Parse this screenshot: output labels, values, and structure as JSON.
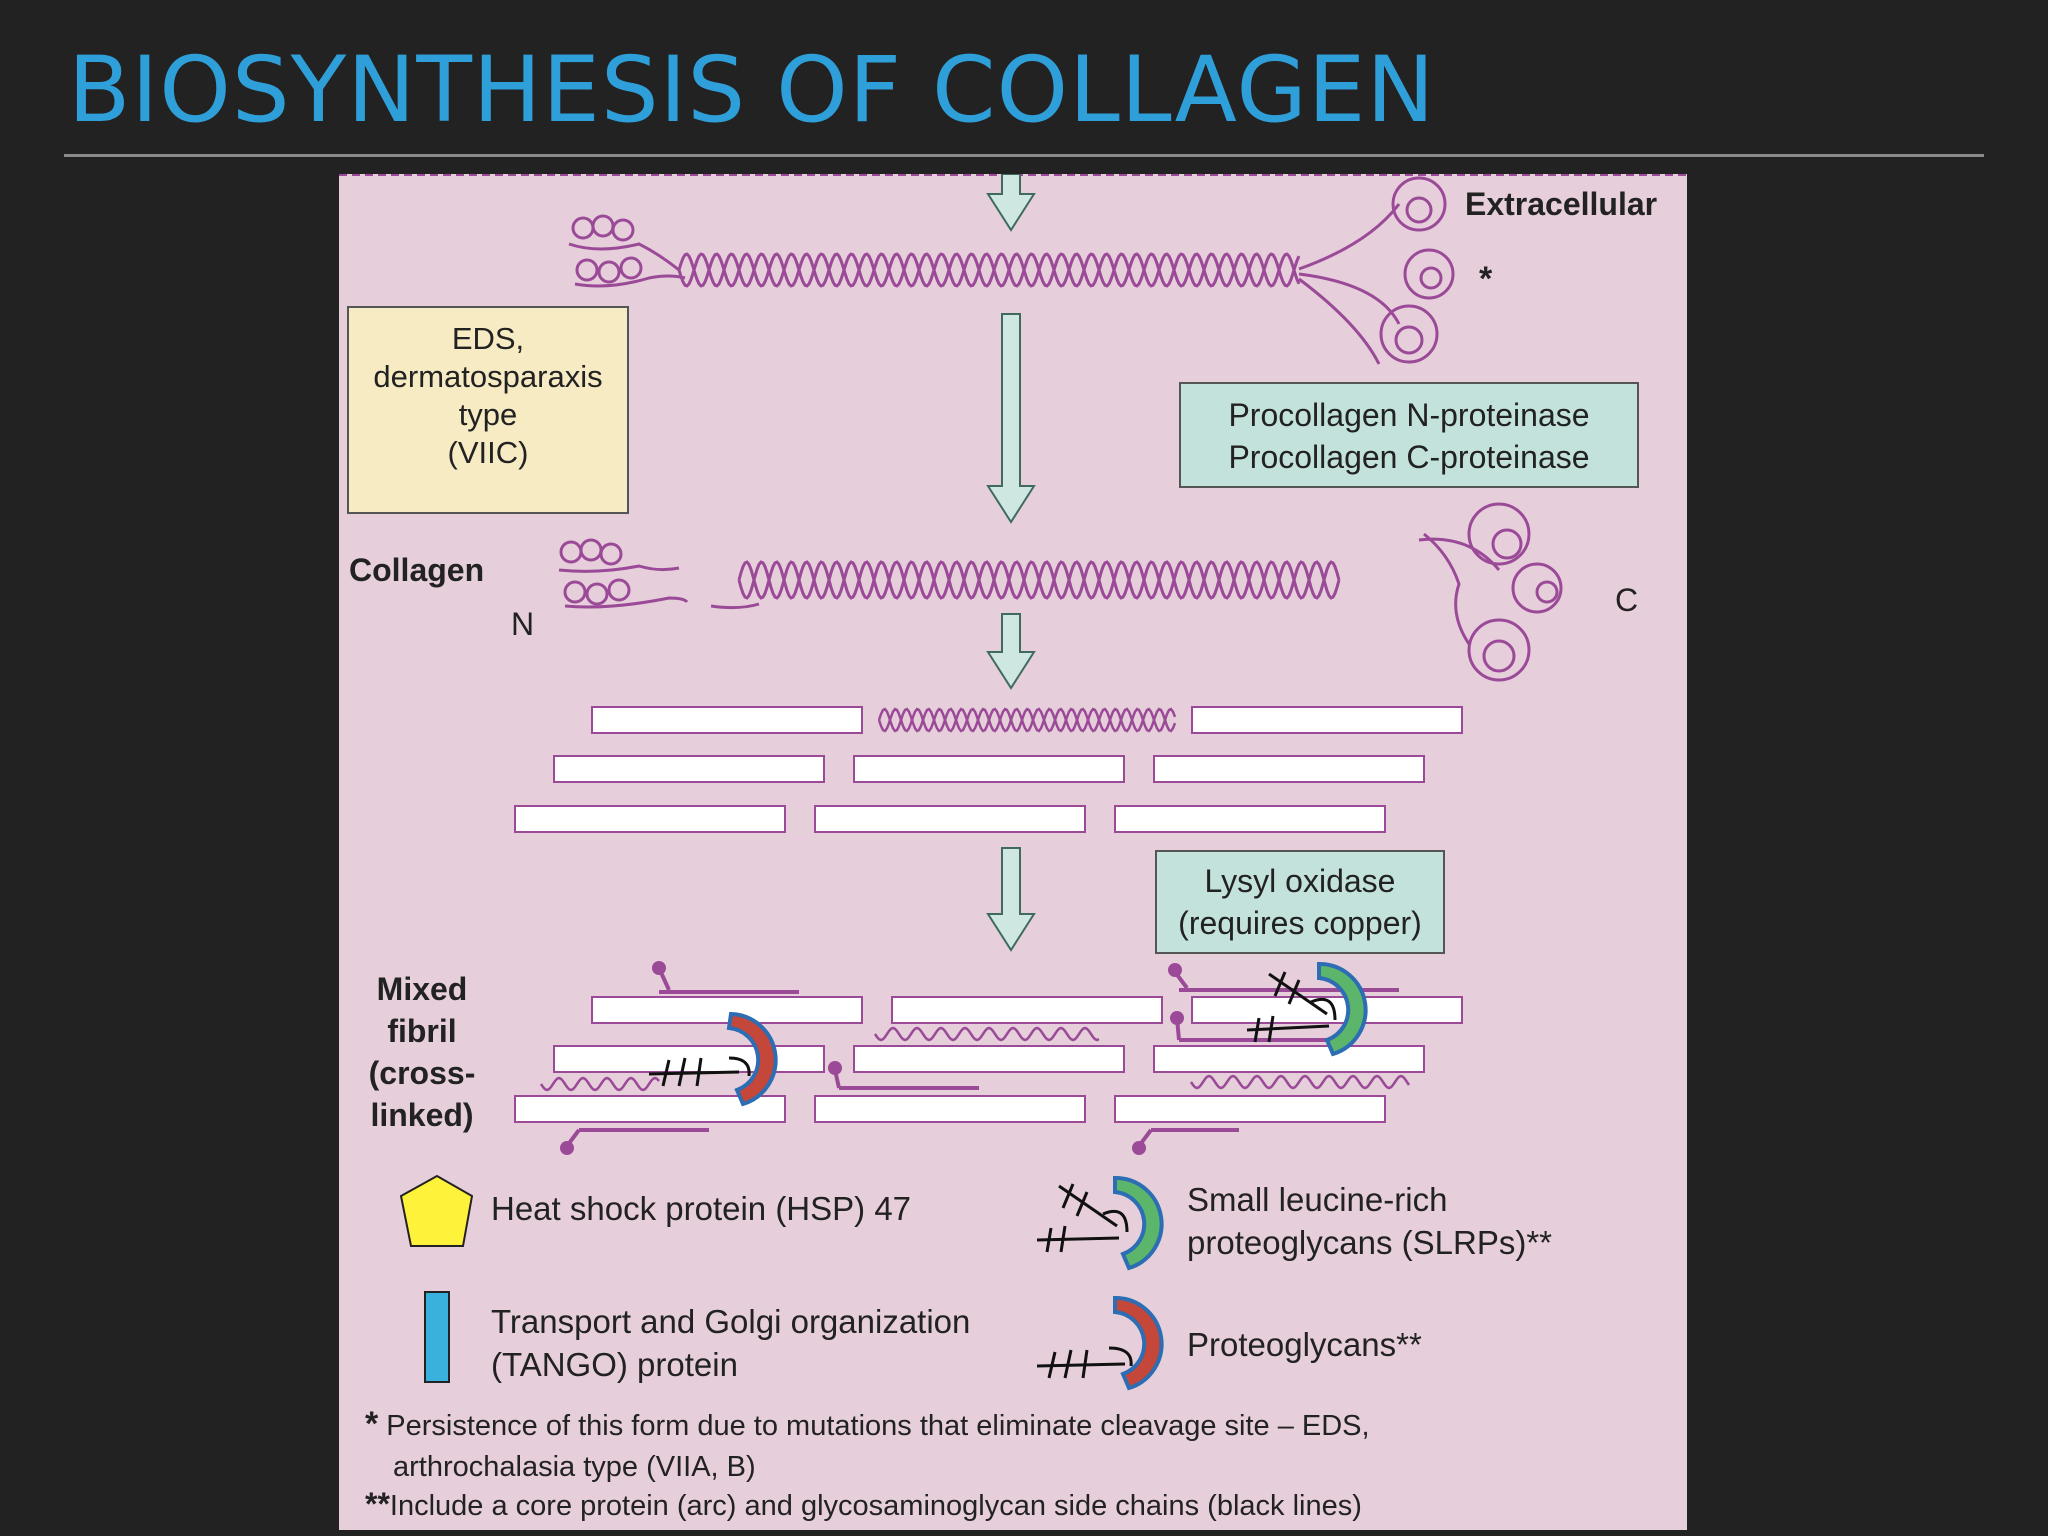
{
  "slide": {
    "title": "BIOSYNTHESIS OF COLLAGEN"
  },
  "diagram": {
    "extracellular_label": "Extracellular",
    "asterisk": "*",
    "eds_box": [
      "EDS,",
      "dermatosparaxis",
      "type",
      "(VIIC)"
    ],
    "enzyme_box": [
      "Procollagen N-proteinase",
      "Procollagen C-proteinase"
    ],
    "collagen_label": "Collagen",
    "n_label": "N",
    "c_label": "C",
    "lysyl_box": [
      "Lysyl oxidase",
      "(requires copper)"
    ],
    "mixed_fibril_label": [
      "Mixed",
      "fibril",
      "(cross-",
      "linked)"
    ],
    "legend": {
      "hsp": "Heat shock protein (HSP) 47",
      "tango": [
        "Transport and Golgi organization",
        "(TANGO) protein"
      ],
      "slrp": [
        "Small leucine-rich",
        "proteoglycans (SLRPs)**"
      ],
      "proteoglycans": "Proteoglycans**"
    },
    "footnotes": {
      "single_marker": "*",
      "single_line1": "Persistence of this form due to mutations that eliminate cleavage site – EDS,",
      "single_line2": "arthrochalasia type (VIIA, B)",
      "double_marker": "**",
      "double_text": "Include a core protein (arc) and glycosaminoglycan side chains (black lines)"
    },
    "colors": {
      "panel_bg": "#e6cfdb",
      "helix": "#9a4a97",
      "arrow_fill": "#cfe7e1",
      "enzyme_box_fill": "#c3e2dc",
      "eds_box_fill": "#f7ebc4",
      "hsp_fill": "#fff23b",
      "tango_fill": "#3ab0dd",
      "slrp_arc": "#5bb56a",
      "proteoglycan_arc": "#c4473a",
      "arc_outline": "#2c6db4"
    }
  }
}
